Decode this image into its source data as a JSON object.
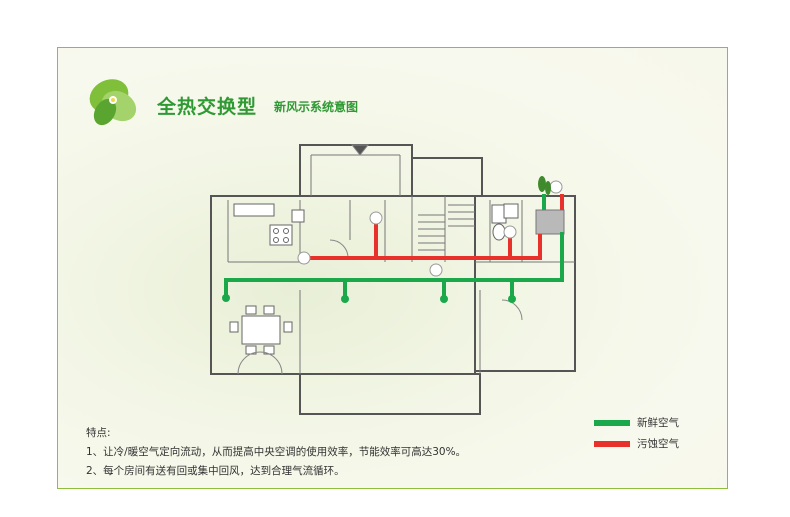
{
  "title": {
    "main": "全热交换型",
    "sub": "新风示系统意图"
  },
  "notes": {
    "heading": "特点:",
    "items": [
      "1、让冷/暖空气定向流动，从而提高中央空调的使用效率，节能效率可高达30%。",
      "2、每个房间有送有回或集中回风，达到合理气流循环。"
    ]
  },
  "legend": [
    {
      "label": "新鲜空气",
      "color": "#1aa84a"
    },
    {
      "label": "污蚀空气",
      "color": "#e8312a"
    }
  ],
  "colors": {
    "fresh": "#1aa84a",
    "exhaust": "#e8312a",
    "wall": "#555555",
    "accent": "#2f9a34",
    "border": "#8fbf3a"
  }
}
